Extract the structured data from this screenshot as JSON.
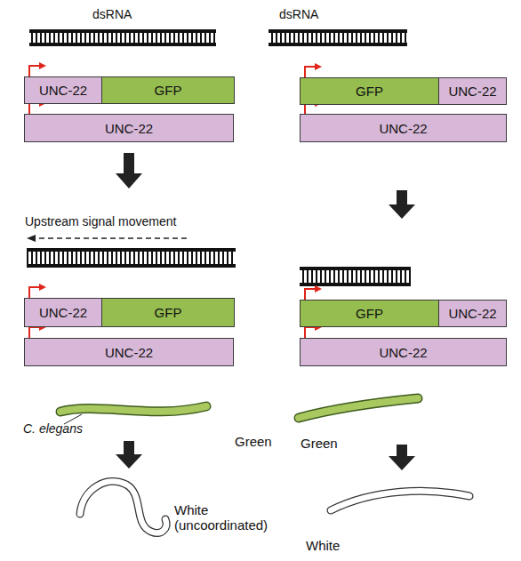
{
  "diagram": {
    "nodes": [
      {
        "text": [
          "UNC-22"
        ]
      },
      {
        "text": [
          "GFP"
        ]
      },
      {
        "text": [
          "UNC-22"
        ]
      },
      {
        "text": [
          "GFP"
        ]
      },
      {
        "text": [
          "UNC-22"
        ]
      },
      {
        "text": [
          "UNC-22"
        ]
      },
      {
        "text": [
          "UNC-22"
        ]
      },
      {
        "text": [
          "GFP"
        ]
      },
      {
        "text": [
          "UNC-22"
        ]
      },
      {
        "text": [
          "GFP"
        ]
      },
      {
        "text": [
          "UNC-22"
        ]
      },
      {
        "text": [
          "UNC-22"
        ]
      }
    ],
    "labels": [
      "dsRNA",
      "dsRNA",
      "Upstream signal movement",
      "C. elegans",
      "Green",
      "White (uncoordinated)",
      "Green",
      "White"
    ]
  }
}
